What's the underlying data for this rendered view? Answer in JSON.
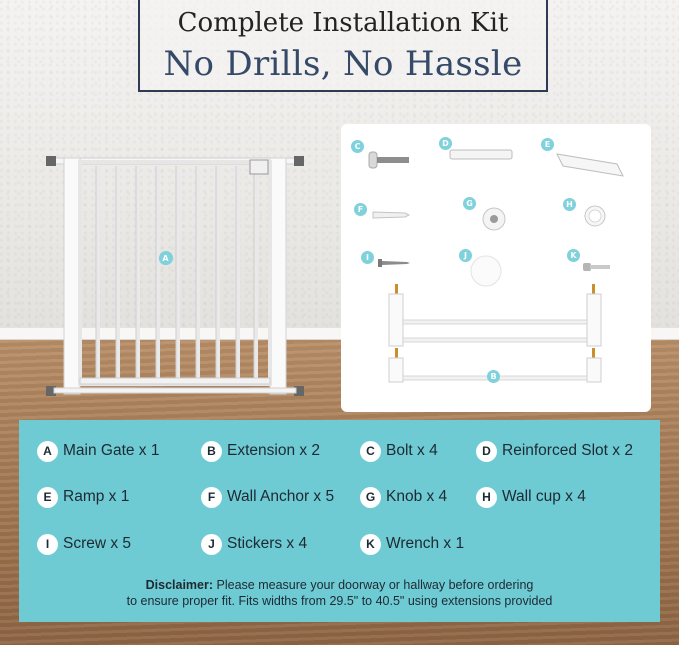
{
  "title": {
    "line1": "Complete Installation Kit",
    "line2": "No Drills, No Hassle"
  },
  "gate_label": "A",
  "parts": [
    {
      "letter": "C",
      "icon": "bolt-icon"
    },
    {
      "letter": "D",
      "icon": "reinforced-slot-icon"
    },
    {
      "letter": "E",
      "icon": "ramp-icon"
    },
    {
      "letter": "F",
      "icon": "wall-anchor-icon"
    },
    {
      "letter": "G",
      "icon": "knob-icon"
    },
    {
      "letter": "H",
      "icon": "wall-cup-icon"
    },
    {
      "letter": "I",
      "icon": "screw-icon"
    },
    {
      "letter": "J",
      "icon": "sticker-icon"
    },
    {
      "letter": "K",
      "icon": "wrench-icon"
    },
    {
      "letter": "B",
      "icon": "extension-icon"
    }
  ],
  "items": [
    {
      "letter": "A",
      "label": "Main Gate x 1"
    },
    {
      "letter": "B",
      "label": "Extension x 2"
    },
    {
      "letter": "C",
      "label": "Bolt x 4"
    },
    {
      "letter": "D",
      "label": "Reinforced Slot x 2"
    },
    {
      "letter": "E",
      "label": "Ramp x 1"
    },
    {
      "letter": "F",
      "label": "Wall Anchor x 5"
    },
    {
      "letter": "G",
      "label": "Knob x 4"
    },
    {
      "letter": "H",
      "label": "Wall cup x 4"
    },
    {
      "letter": "I",
      "label": "Screw x 5"
    },
    {
      "letter": "J",
      "label": "Stickers x 4"
    },
    {
      "letter": "K",
      "label": "Wrench x 1"
    }
  ],
  "disclaimer": {
    "label": "Disclaimer:",
    "line1": "Please measure your doorway or hallway before ordering",
    "line2": "to ensure proper fit. Fits widths from 29.5\" to 40.5\" using extensions provided"
  },
  "colors": {
    "accent": "#6ecad3",
    "title_blue": "#354968",
    "badge_light": "#7fd1db"
  }
}
